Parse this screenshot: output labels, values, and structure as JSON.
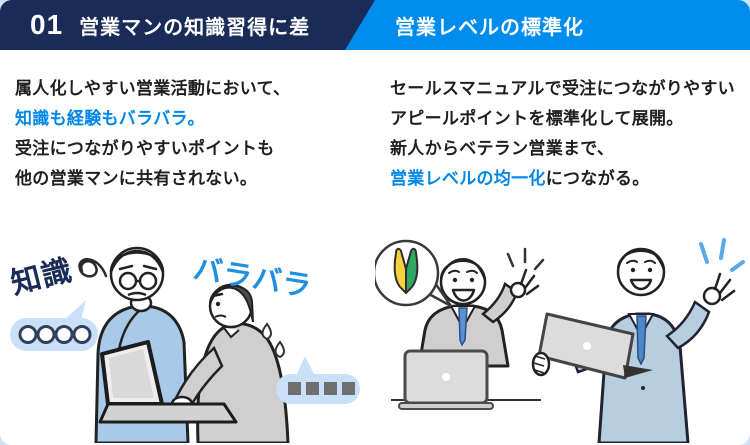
{
  "colors": {
    "page_bg": "#cfe2f6",
    "card_bg": "#ffffff",
    "header_navy": "#1b2b57",
    "header_blue": "#008ced",
    "accent_blue": "#0087e8",
    "text_dark": "#1f1f1f",
    "bubble_blue": "#c9e0f8",
    "label_blue": "#1e8fe1",
    "beginner_yellow": "#f4d33c",
    "beginner_green": "#2fa865"
  },
  "header": {
    "left": {
      "number": "01",
      "title": "営業マンの知識習得に差"
    },
    "right": {
      "title": "営業レベルの標準化"
    }
  },
  "panels": {
    "left": {
      "lines": [
        {
          "pre": "属人化しやすい営業活動において、",
          "accent": "",
          "post": ""
        },
        {
          "pre": "",
          "accent": "知識も経験もバラバラ。",
          "post": ""
        },
        {
          "pre": "受注につながりやすいポイントも",
          "accent": "",
          "post": ""
        },
        {
          "pre": "他の営業マンに共有されない。",
          "accent": "",
          "post": ""
        }
      ]
    },
    "right": {
      "lines": [
        {
          "pre": "セールスマニュアルで受注につながりやすい",
          "accent": "",
          "post": ""
        },
        {
          "pre": "アピールポイントを標準化して展開。",
          "accent": "",
          "post": ""
        },
        {
          "pre": "新人からベテラン営業まで、",
          "accent": "",
          "post": ""
        },
        {
          "pre": "",
          "accent": "営業レベルの均一化",
          "post": "につながる。"
        }
      ]
    }
  },
  "illustrations": {
    "left": {
      "knowledge_label": "知識",
      "scattered_label": "バラバラ",
      "icons": [
        "confusion-scribble-icon",
        "speech-bubble-circles-icon",
        "speech-bubble-squares-icon",
        "sweat-drops-icon",
        "laptop-icon",
        "thinking-senior-man",
        "worried-typing-man"
      ]
    },
    "right": {
      "icons": [
        "beginner-mark-bubble-icon",
        "ok-hand-icon",
        "sparkles-icon",
        "laptop-icon",
        "smiling-man-at-laptop",
        "senior-man-holding-laptop"
      ]
    }
  }
}
